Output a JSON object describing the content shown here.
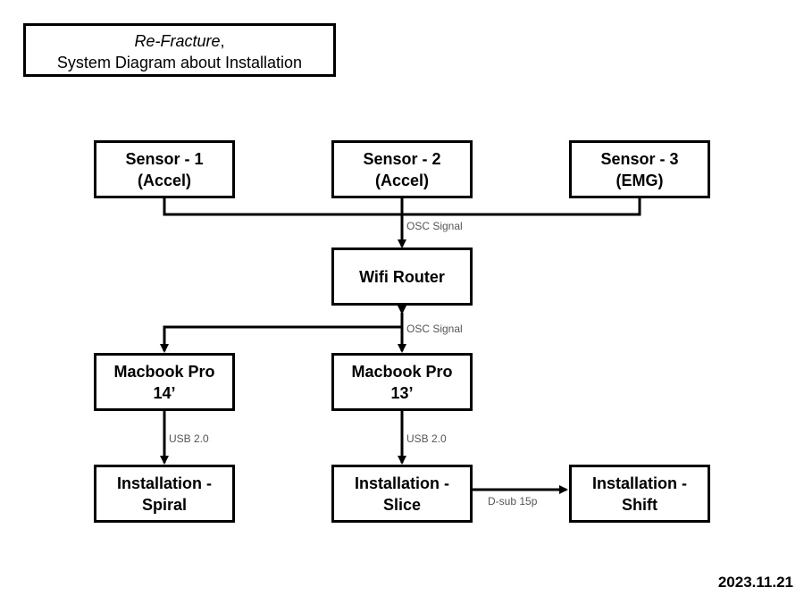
{
  "title": {
    "line1": "Re-Fracture",
    "line1_suffix": ",",
    "line2": "System Diagram about Installation"
  },
  "nodes": {
    "sensor1": {
      "line1": "Sensor - 1",
      "line2": "(Accel)"
    },
    "sensor2": {
      "line1": "Sensor - 2",
      "line2": "(Accel)"
    },
    "sensor3": {
      "line1": "Sensor - 3",
      "line2": "(EMG)"
    },
    "router": {
      "line1": "Wifi Router"
    },
    "macbook14": {
      "line1": "Macbook Pro",
      "line2": "14’"
    },
    "macbook13": {
      "line1": "Macbook Pro",
      "line2": "13’"
    },
    "spiral": {
      "line1": "Installation -",
      "line2": "Spiral"
    },
    "slice": {
      "line1": "Installation -",
      "line2": "Slice"
    },
    "shift": {
      "line1": "Installation -",
      "line2": "Shift"
    }
  },
  "edge_labels": {
    "osc_in": "OSC Signal",
    "osc_out": "OSC Signal",
    "usb_left": "USB 2.0",
    "usb_right": "USB 2.0",
    "dsub": "D-sub 15p"
  },
  "date": "2023.11.21"
}
